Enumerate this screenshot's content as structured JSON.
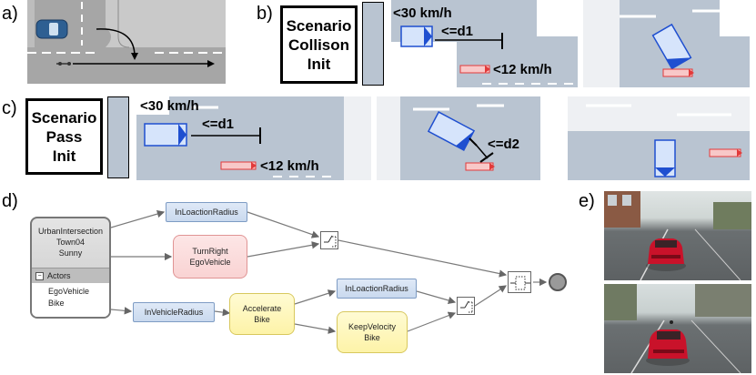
{
  "labels": {
    "a": "a)",
    "b": "b)",
    "c": "c)",
    "d": "d)",
    "e": "e)"
  },
  "panel_b": {
    "box_text": [
      "Scenario",
      "Collison",
      "Init"
    ],
    "speed_car": "<30 km/h",
    "distance": "<=d1",
    "speed_bike": "<12 km/h"
  },
  "panel_c": {
    "box_text": [
      "Scenario",
      "Pass",
      "Init"
    ],
    "speed_car": "<30 km/h",
    "distance": "<=d1",
    "speed_bike": "<12 km/h",
    "distance2": "<=d2"
  },
  "panel_d": {
    "init": {
      "line1": "UrbanIntersection",
      "line2": "Town04",
      "line3": "Sunny",
      "actors_header": "Actors",
      "actor1": "EgoVehicle",
      "actor2": "Bike"
    },
    "nodes": {
      "in_location_radius_1": "InLoactionRadius",
      "turn_right_1": "TurnRight",
      "turn_right_2": "EgoVehicle",
      "in_vehicle_radius": "InVehicleRadius",
      "accelerate_1": "Accelerate",
      "accelerate_2": "Bike",
      "in_location_radius_2": "InLoactionRadius",
      "keep_velocity_1": "KeepVelocity",
      "keep_velocity_2": "Bike"
    }
  },
  "colors": {
    "road": "#b9c4d1",
    "car_fill": "#d6e4fb",
    "car_mark": "#1f4fd0",
    "bike_fill": "#f8c8c8",
    "bike_mark": "#e23a3a"
  }
}
